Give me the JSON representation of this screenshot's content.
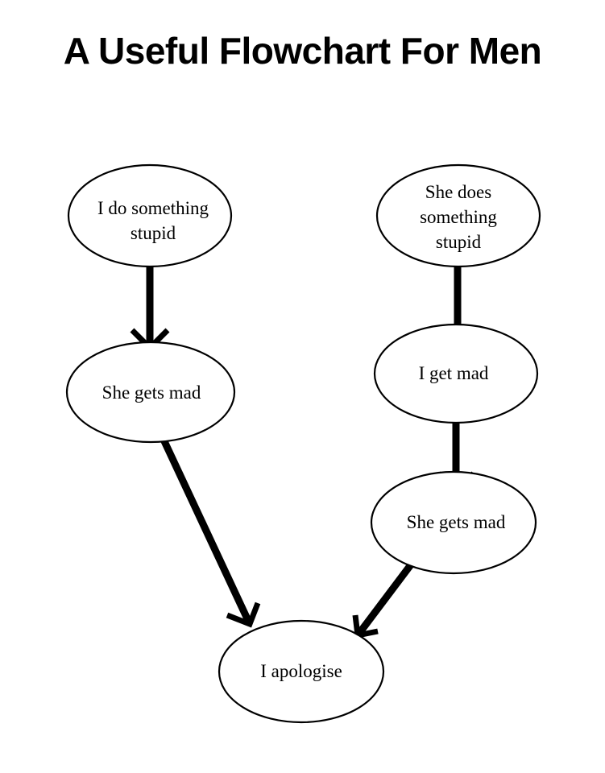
{
  "title": "A Useful Flowchart For Men",
  "nodes": {
    "left_start": "I do something stupid",
    "left_mad": "She gets mad",
    "right_start": "She does something stupid",
    "right_i_mad": "I get mad",
    "right_she_mad": "She gets mad",
    "end": "I apologise"
  },
  "edges": [
    {
      "from": "left_start",
      "to": "left_mad"
    },
    {
      "from": "left_mad",
      "to": "end"
    },
    {
      "from": "right_start",
      "to": "right_i_mad"
    },
    {
      "from": "right_i_mad",
      "to": "right_she_mad"
    },
    {
      "from": "right_she_mad",
      "to": "end"
    }
  ]
}
